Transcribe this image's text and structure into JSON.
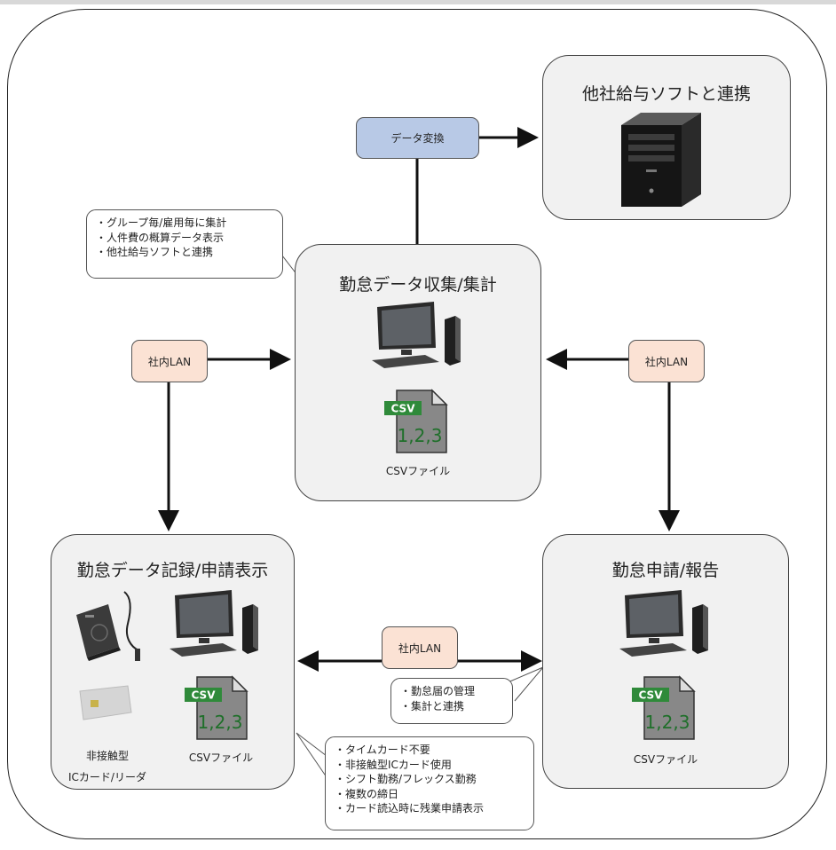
{
  "nodes": {
    "aggregation": {
      "title": "勤怠データ収集/集計",
      "file_caption": "CSVファイル"
    },
    "other_payroll": {
      "title": "他社給与ソフトと連携"
    },
    "recording": {
      "title": "勤怠データ記録/申請表示",
      "reader_caption_line1": "非接触型",
      "reader_caption_line2": "ICカード/リーダ",
      "file_caption": "CSVファイル"
    },
    "application": {
      "title": "勤怠申請/報告",
      "file_caption": "CSVファイル"
    }
  },
  "tags": {
    "data_conversion": "データ変換",
    "lan_left": "社内LAN",
    "lan_right": "社内LAN",
    "lan_bottom": "社内LAN"
  },
  "notes": {
    "aggregation": [
      "グループ毎/雇用毎に集計",
      "人件費の概算データ表示",
      "他社給与ソフトと連携"
    ],
    "application": [
      "勤怠届の管理",
      "集計と連携"
    ],
    "recording": [
      "タイムカード不要",
      "非接触型ICカード使用",
      "シフト勤務/フレックス勤務",
      "複数の締日",
      "カード読込時に残業申請表示"
    ]
  },
  "csv_icon": {
    "badge": "CSV",
    "content": "1,2,3"
  },
  "colors": {
    "box_fill": "#f1f1f1",
    "lan_tag_fill": "#fbe2d4",
    "conversion_tag_fill": "#b8c9e6",
    "csv_badge": "#2f8a3a"
  },
  "icons": [
    "desktop-computer-icon",
    "tower-server-icon",
    "csv-file-icon",
    "ic-card-reader-icon",
    "ic-card-icon"
  ]
}
